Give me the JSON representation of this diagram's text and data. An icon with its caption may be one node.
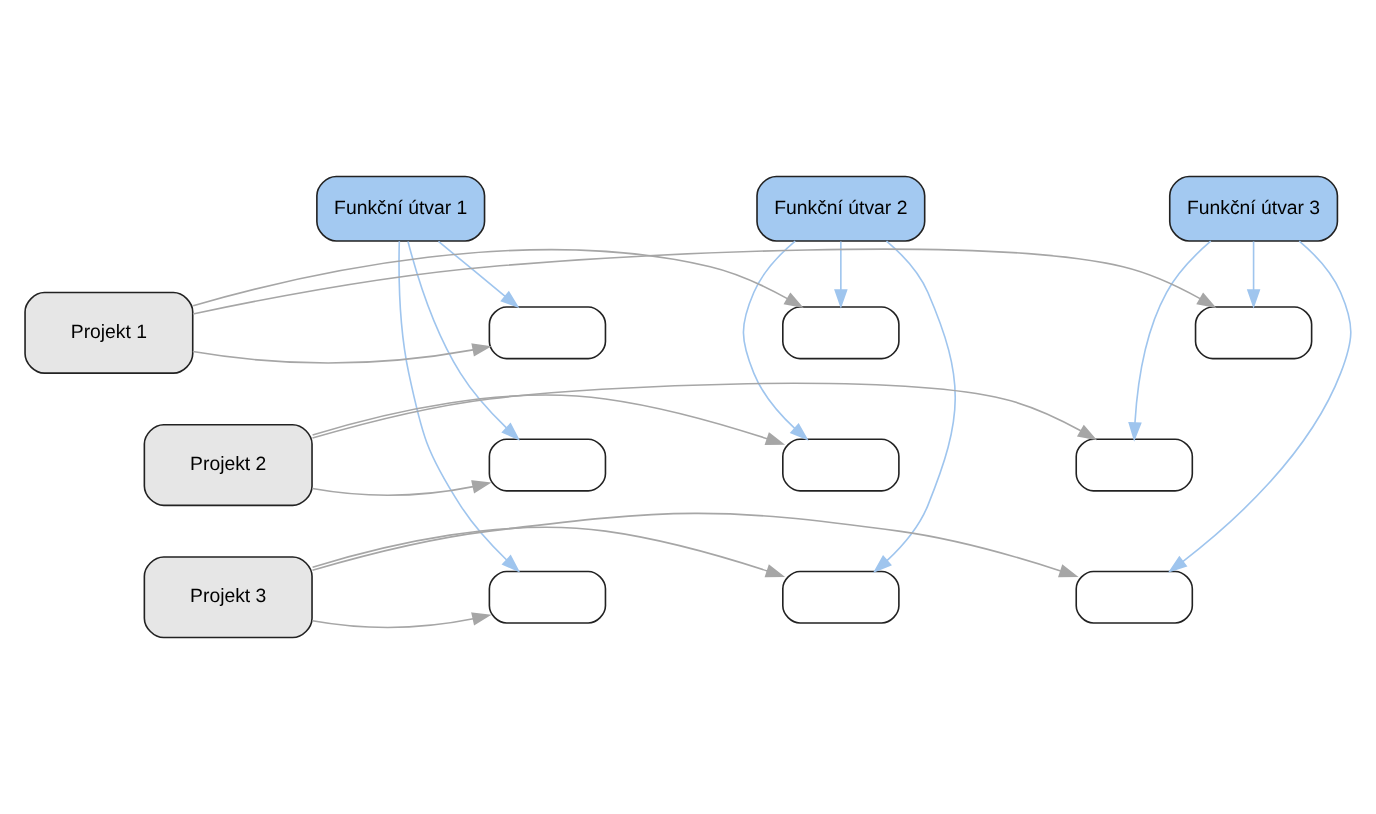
{
  "diagram": {
    "nodes": [
      {
        "text": [
          "Funkční útvar 1"
        ]
      },
      {
        "text": [
          "Funkční útvar 2"
        ]
      },
      {
        "text": [
          "Funkční útvar 3"
        ]
      },
      {
        "text": [
          "Projekt 1"
        ]
      },
      {
        "text": [],
        "shape": "box"
      },
      {
        "text": [],
        "shape": "box"
      },
      {
        "text": [],
        "shape": "box"
      },
      {
        "text": [
          "Projekt 2"
        ]
      },
      {
        "text": [],
        "shape": "box"
      },
      {
        "text": [],
        "shape": "box"
      },
      {
        "text": [],
        "shape": "box"
      },
      {
        "text": [
          "Projekt 3"
        ]
      },
      {
        "text": [],
        "shape": "box"
      },
      {
        "text": [],
        "shape": "box"
      },
      {
        "text": [],
        "shape": "box"
      }
    ],
    "edges": [
      {
        "from": 0,
        "to": 4,
        "arrow": "to",
        "color": "#9fc5ee"
      },
      {
        "from": 0,
        "to": 8,
        "arrow": "to",
        "color": "#9fc5ee"
      },
      {
        "from": 0,
        "to": 12,
        "arrow": "to",
        "color": "#9fc5ee"
      },
      {
        "from": 1,
        "to": 5,
        "arrow": "to",
        "color": "#9fc5ee"
      },
      {
        "from": 1,
        "to": 9,
        "arrow": "to",
        "color": "#9fc5ee"
      },
      {
        "from": 1,
        "to": 13,
        "arrow": "to",
        "color": "#9fc5ee"
      },
      {
        "from": 2,
        "to": 6,
        "arrow": "to",
        "color": "#9fc5ee"
      },
      {
        "from": 2,
        "to": 10,
        "arrow": "to",
        "color": "#9fc5ee"
      },
      {
        "from": 2,
        "to": 14,
        "arrow": "to",
        "color": "#9fc5ee"
      },
      {
        "from": 3,
        "to": 4,
        "arrow": "to"
      },
      {
        "from": 3,
        "to": 5,
        "arrow": "to"
      },
      {
        "from": 3,
        "to": 6,
        "arrow": "to"
      },
      {
        "from": 7,
        "to": 8,
        "arrow": "to"
      },
      {
        "from": 7,
        "to": 9,
        "arrow": "to"
      },
      {
        "from": 7,
        "to": 10,
        "arrow": "to"
      },
      {
        "from": 11,
        "to": 12,
        "arrow": "to"
      },
      {
        "from": 11,
        "to": 13,
        "arrow": "to"
      },
      {
        "from": 11,
        "to": 14,
        "arrow": "to"
      }
    ]
  }
}
